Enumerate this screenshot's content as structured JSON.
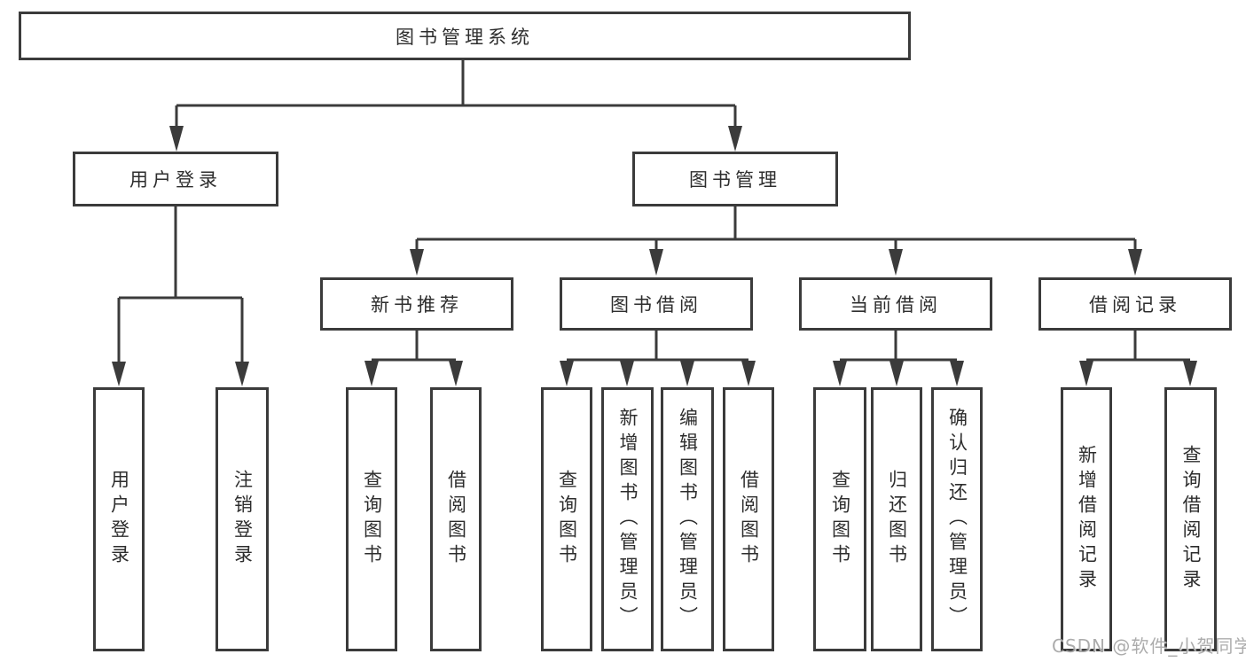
{
  "colors": {
    "line": "#3b3b3b",
    "box_border": "#3b3b3b",
    "text": "#2d2d2d",
    "background": "#ffffff",
    "watermark": "#9e9e9e"
  },
  "watermark": "CSDN @软件_小贺同学",
  "tree": {
    "label": "图书管理系统",
    "children": [
      {
        "label": "用户登录",
        "children": [
          {
            "label": "用户登录"
          },
          {
            "label": "注销登录"
          }
        ]
      },
      {
        "label": "图书管理",
        "children": [
          {
            "label": "新书推荐",
            "children": [
              {
                "label": "查询图书"
              },
              {
                "label": "借阅图书"
              }
            ]
          },
          {
            "label": "图书借阅",
            "children": [
              {
                "label": "查询图书"
              },
              {
                "label": "新增图书（管理员）"
              },
              {
                "label": "编辑图书（管理员）"
              },
              {
                "label": "借阅图书"
              }
            ]
          },
          {
            "label": "当前借阅",
            "children": [
              {
                "label": "查询图书"
              },
              {
                "label": "归还图书"
              },
              {
                "label": "确认归还（管理员）"
              }
            ]
          },
          {
            "label": "借阅记录",
            "children": [
              {
                "label": "新增借阅记录"
              },
              {
                "label": "查询借阅记录"
              }
            ]
          }
        ]
      }
    ]
  }
}
